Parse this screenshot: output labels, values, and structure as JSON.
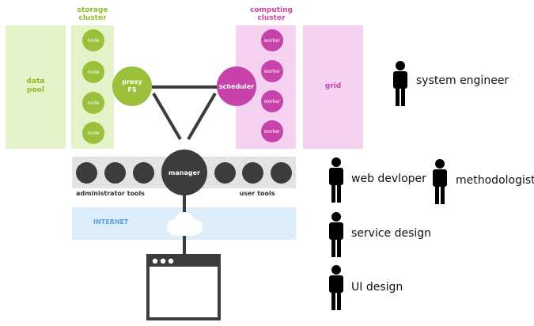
{
  "colors": {
    "green_panel": "#e4f3c9",
    "green_node": "#9ac03c",
    "pink_panel": "#f5d2f1",
    "pink_node": "#c742a9",
    "gray_bar": "#e3e3e3",
    "dark_node": "#3c3c3c",
    "internet": "#ddeefa",
    "green_text": "#8dbc25",
    "pink_text": "#c742a9",
    "internet_text": "#5ba2d8"
  },
  "left": {
    "data_pool": "data\npool",
    "storage_cluster": "storage\ncluster",
    "nodes": [
      "node",
      "node",
      "node",
      "node"
    ],
    "proxy_fs": "proxy\nFS"
  },
  "right": {
    "computing_cluster": "computing\ncluster",
    "workers": [
      "worker",
      "worker",
      "worker",
      "worker"
    ],
    "scheduler": "scheduler",
    "grid": "grid"
  },
  "bar": {
    "manager": "manager",
    "administrator_tools": "administrator tools",
    "user_tools": "user tools"
  },
  "internet": "INTERNET",
  "roles": {
    "system_engineer": "system engineer",
    "web_developer": "web devloper",
    "methodologist": "methodologist",
    "service_design": "service design",
    "ui_design": "UI design"
  },
  "icons": [
    "cloud-icon",
    "browser-window-icon",
    "person-icon"
  ]
}
